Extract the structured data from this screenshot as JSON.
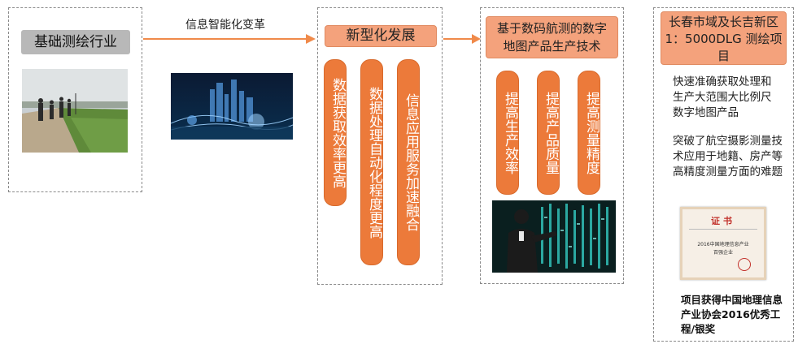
{
  "colors": {
    "orange": "#ec7a3a",
    "light_orange": "#f4a27c",
    "grey": "#b8b8b8",
    "dashed": "#8a8a8a"
  },
  "stage1": {
    "title": "基础测绘行业",
    "image": "field-survey-photo"
  },
  "transition": {
    "label": "信息智能化变革",
    "image": "city-data-network-image"
  },
  "stage2": {
    "title": "新型化发展",
    "items": [
      "数据获取效率更高",
      "数据处理自动化程度更高",
      "信息应用服务加速融合"
    ]
  },
  "stage3": {
    "title": "基于数码航测的数字地图产品生产技术",
    "items": [
      "提高生产效率",
      "提高产品质量",
      "提高测量精度"
    ],
    "image": "data-center-technician-image"
  },
  "stage4": {
    "title": "长春市域及长吉新区 1：5000DLG 测绘项目",
    "desc1": "快速准确获取处理和生产大范围大比例尺数字地图产品",
    "desc2": "突破了航空摄影测量技术应用于地籍、房产等高精度测量方面的难题",
    "certificate": {
      "heading": "证书",
      "line1": "2016中国地理信息产业",
      "line2": "百强企业"
    },
    "award": "项目获得中国地理信息产业协会2016优秀工程/银奖"
  }
}
